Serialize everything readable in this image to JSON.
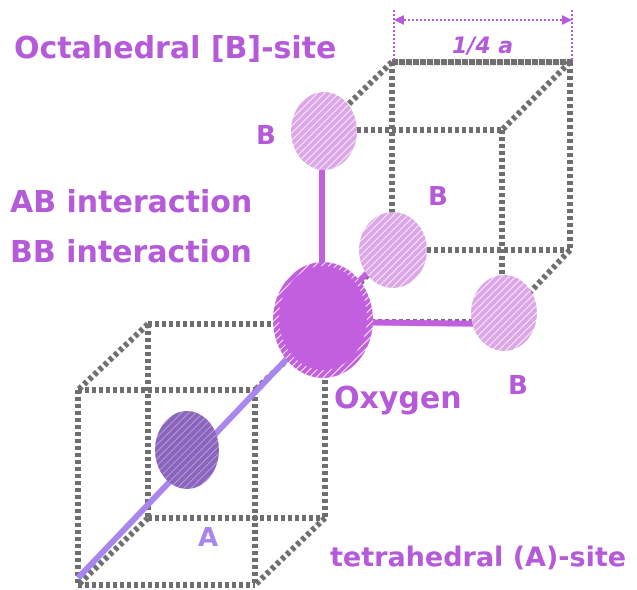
{
  "labels": {
    "octahedral_site": "Octahedral [B]-site",
    "ab_interaction": "AB interaction",
    "bb_interaction": "BB interaction",
    "b_top": "B",
    "b_center": "B",
    "b_right": "B",
    "oxygen": "Oxygen",
    "a_site": "A",
    "tetrahedral_site": "tetrahedral (A)-site",
    "quarter_a": "1/4 a"
  },
  "colors": {
    "label": "#b55ad9",
    "oxygen": "#c25fdf",
    "b_atom": "#d8a3e3",
    "a_atom": "#8c66be",
    "ab_bond": "#a986ee",
    "bb_bond": "#c25fdf",
    "cube_edge": "#6f6f6f"
  }
}
